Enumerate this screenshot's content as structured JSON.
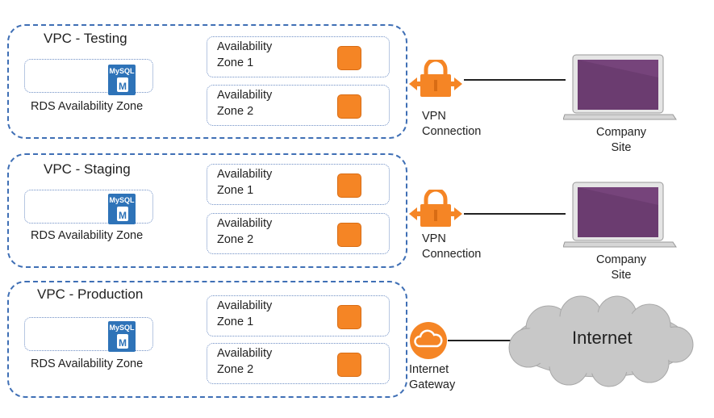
{
  "vpcs": [
    {
      "title": "VPC - Testing",
      "rds_label": "RDS Availability Zone",
      "zones": [
        {
          "line1": "Availability",
          "line2": "Zone 1"
        },
        {
          "line1": "Availability",
          "line2": "Zone 2"
        }
      ]
    },
    {
      "title": "VPC - Staging",
      "rds_label": "RDS Availability Zone",
      "zones": [
        {
          "line1": "Availability",
          "line2": "Zone 1"
        },
        {
          "line1": "Availability",
          "line2": "Zone 2"
        }
      ]
    },
    {
      "title": "VPC - Production",
      "rds_label": "RDS Availability Zone",
      "zones": [
        {
          "line1": "Availability",
          "line2": "Zone 1"
        },
        {
          "line1": "Availability",
          "line2": "Zone 2"
        }
      ]
    }
  ],
  "mysql_icon": {
    "text": "MySQL",
    "letter": "M"
  },
  "vpn": {
    "line1": "VPN",
    "line2": "Connection"
  },
  "company": {
    "line1": "Company",
    "line2": "Site"
  },
  "gateway": {
    "line1": "Internet",
    "line2": "Gateway"
  },
  "internet": "Internet",
  "colors": {
    "vpc_border": "#3f6fb5",
    "instance": "#f58525",
    "vpn": "#f58525",
    "mysql": "#2e73b8",
    "cloud": "#c8c8c8",
    "screen": "#6b3c70"
  }
}
